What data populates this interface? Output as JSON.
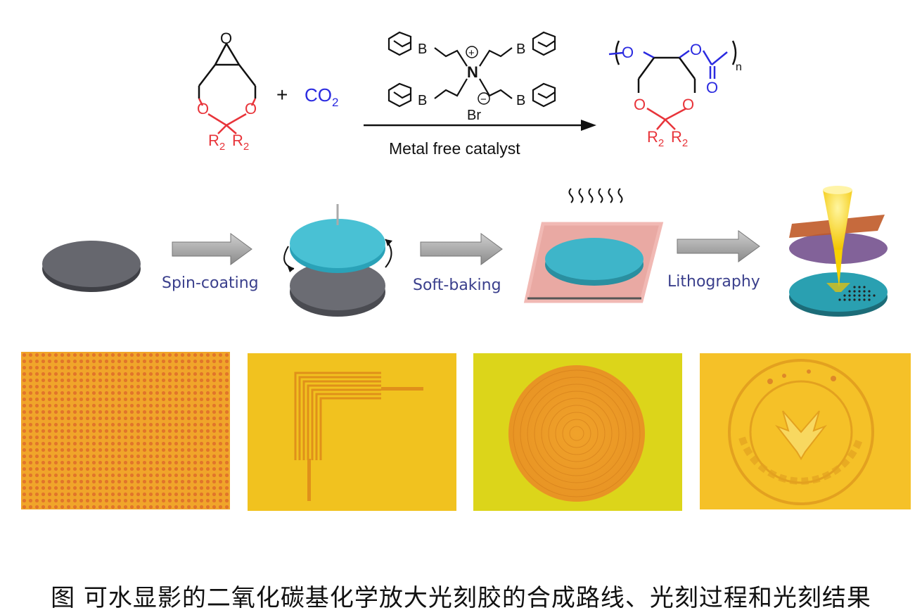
{
  "reaction": {
    "plus": "+",
    "co2_main": "CO",
    "co2_sub": "2",
    "catalyst_label": "Metal free catalyst",
    "r2_label": "R",
    "r2_sub": "2",
    "oxygen": "O",
    "boron": "B",
    "nitrogen": "N",
    "bromide": "Br",
    "plus_charge": "+",
    "minus_charge": "−",
    "n_sub": "n"
  },
  "process": {
    "steps": [
      "Spin-coating",
      "Soft-baking",
      "Lithography"
    ]
  },
  "caption": "图 可水显影的二氧化碳基化学放大光刻胶的合成路线、光刻过程和光刻结果",
  "colors": {
    "red": "#e8343a",
    "blue": "#2a2ae0",
    "wafer_gray": "#5f6067",
    "resist_cyan": "#36b3c8",
    "photo_yellow": "#f2c21f",
    "photo_yellow_green": "#d9d51a"
  }
}
